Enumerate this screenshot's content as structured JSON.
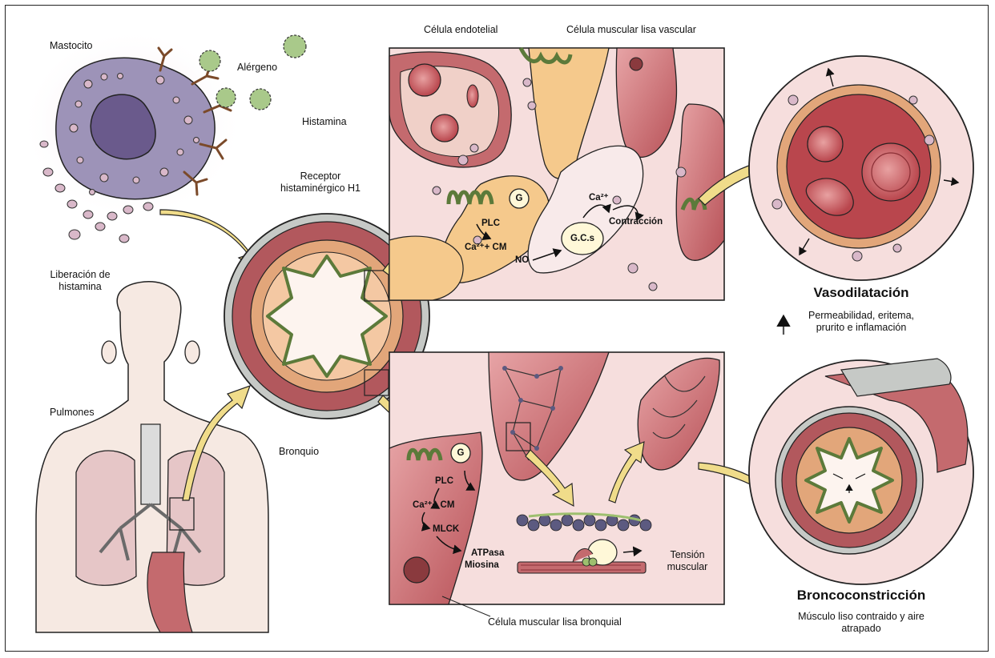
{
  "labels": {
    "mastocito": "Mastocito",
    "alergeno": "Alérgeno",
    "histamina": "Histamina",
    "receptor_l1": "Receptor",
    "receptor_l2": "histaminérgico H1",
    "liberacion_l1": "Liberación de",
    "liberacion_l2": "histamina",
    "pulmones": "Pulmones",
    "bronquio": "Bronquio",
    "celula_endotelial": "Célula endotelial",
    "celula_muscular_vascular": "Célula muscular lisa vascular",
    "celula_muscular_bronquial": "Célula muscular lisa bronquial",
    "tension_l1": "Tensión",
    "tension_l2": "muscular"
  },
  "pathway_top": {
    "g": "G",
    "plc": "PLC",
    "ca_cm": "Ca²⁺+ CM",
    "no": "NO",
    "gcs": "G.C.s",
    "ca": "Ca²⁺",
    "contraccion": "Contracción"
  },
  "pathway_bottom": {
    "g": "G",
    "plc": "PLC",
    "ca_cm": "Ca²⁺+ CM",
    "mlck": "MLCK",
    "atpasa": "ATPasa",
    "miosina": "Miosina"
  },
  "outcomes": {
    "vaso_title": "Vasodilatación",
    "vaso_desc_l1": "Permeabilidad, eritema,",
    "vaso_desc_l2": "prurito e inflamación",
    "bronco_title": "Broncoconstricción",
    "bronco_desc_l1": "Músculo liso contraido y aire",
    "bronco_desc_l2": "atrapado"
  },
  "colors": {
    "cell_purple": "#9d93b8",
    "nucleus": "#6a5a8c",
    "tissue_pink": "#f6dedd",
    "muscle_red": "#c9686b",
    "endothelial_orange": "#f5c98c",
    "receptor_green": "#9dbf6e",
    "arrow_yellow": "#f0dc8a",
    "vessel_dark": "#a94248"
  }
}
